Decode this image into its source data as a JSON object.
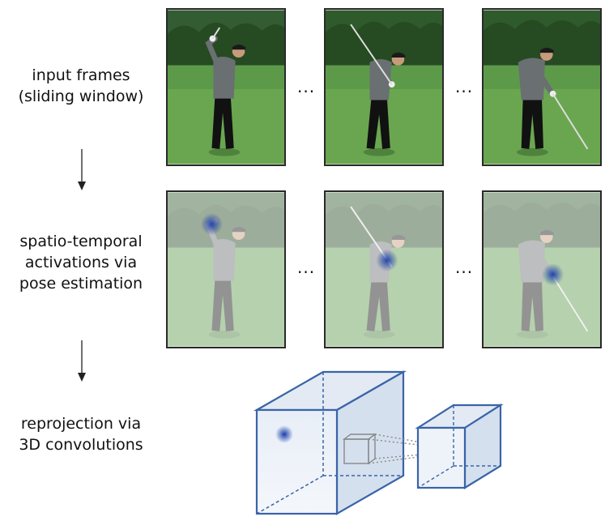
{
  "steps": {
    "input_label": "input frames\n(sliding window)",
    "activation_label": "spatio-temporal\nactivations via\npose estimation",
    "reprojection_label": "reprojection via\n3D convolutions"
  },
  "ellipsis": "...",
  "colors": {
    "cube_stroke": "#3a64a8",
    "cube_fill": "#dce6f3",
    "heat_blob": "#1a3ea8",
    "grass": "#5c9a4a",
    "trees": "#2f5a2c"
  },
  "icons": {
    "arrow": "down-arrow-icon",
    "frame": "golfer-frame-image"
  }
}
